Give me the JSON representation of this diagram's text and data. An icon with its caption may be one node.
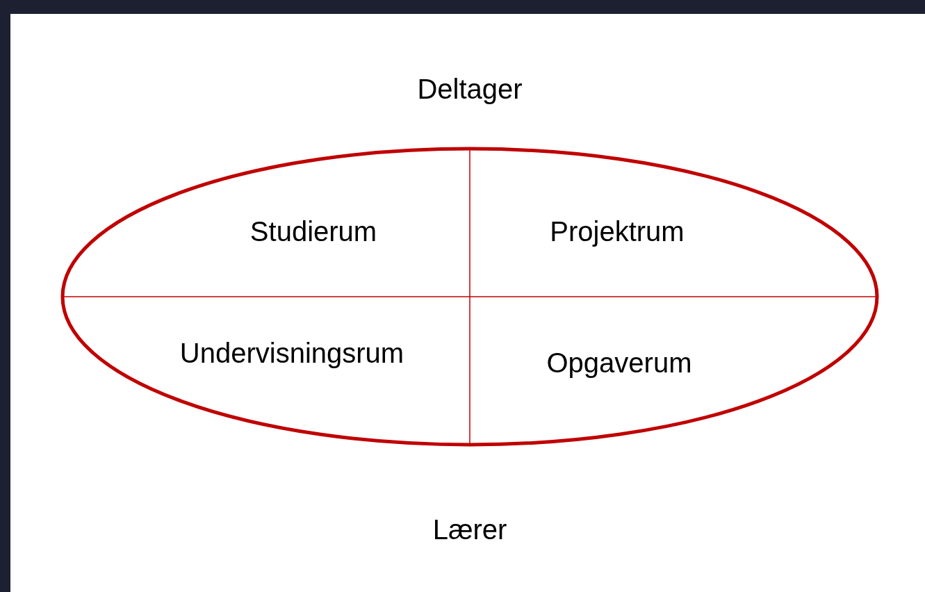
{
  "diagram": {
    "nodes": [
      {
        "text": [],
        "shape": "ellipse"
      },
      {
        "text": [
          "Studierum"
        ],
        "in": 0
      },
      {
        "text": [
          "Projektrum"
        ],
        "in": 0
      },
      {
        "text": [
          "Undervisningsrum"
        ],
        "in": 0
      },
      {
        "text": [
          "Opgaverum"
        ],
        "in": 0
      }
    ],
    "labels": [
      "Deltager",
      "Lærer"
    ]
  }
}
